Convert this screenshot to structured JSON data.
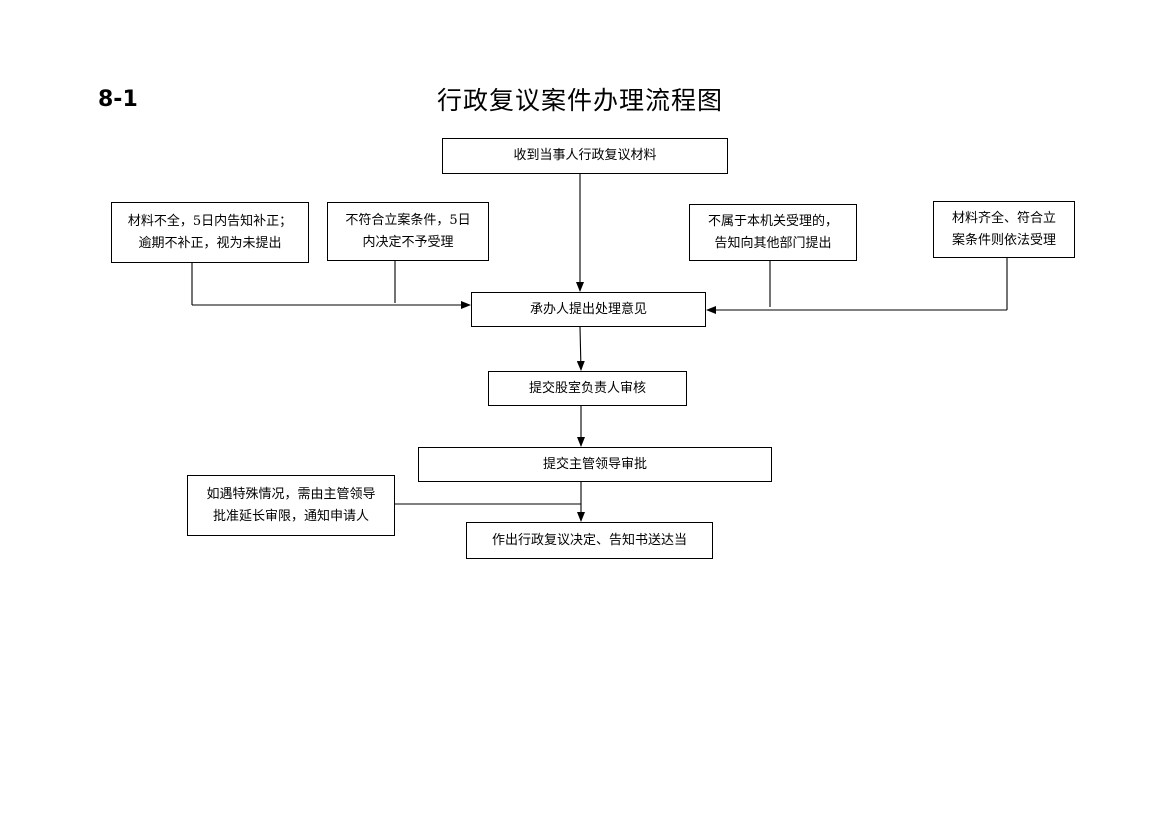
{
  "header": {
    "page_number": "8-1",
    "title": "行政复议案件办理流程图"
  },
  "flow": {
    "receive": "收到当事人行政复议材料",
    "incomplete": [
      "材料不全，5日内告知补正；",
      "逾期不补正，视为未提出"
    ],
    "non_qualifying": [
      "不符合立案条件，5日",
      "内决定不予受理"
    ],
    "not_belong": [
      "不属于本机关受理的，",
      "告知向其他部门提出"
    ],
    "complete": [
      "材料齐全、符合立",
      "案条件则依法受理"
    ],
    "handler_opinion": "承办人提出处理意见",
    "section_review": "提交股室负责人审核",
    "leader_approval": "提交主管领导审批",
    "special_case": [
      "如遇特殊情况，需由主管领导",
      "批准延长审限，通知申请人"
    ],
    "decision": "作出行政复议决定、告知书送达当"
  }
}
